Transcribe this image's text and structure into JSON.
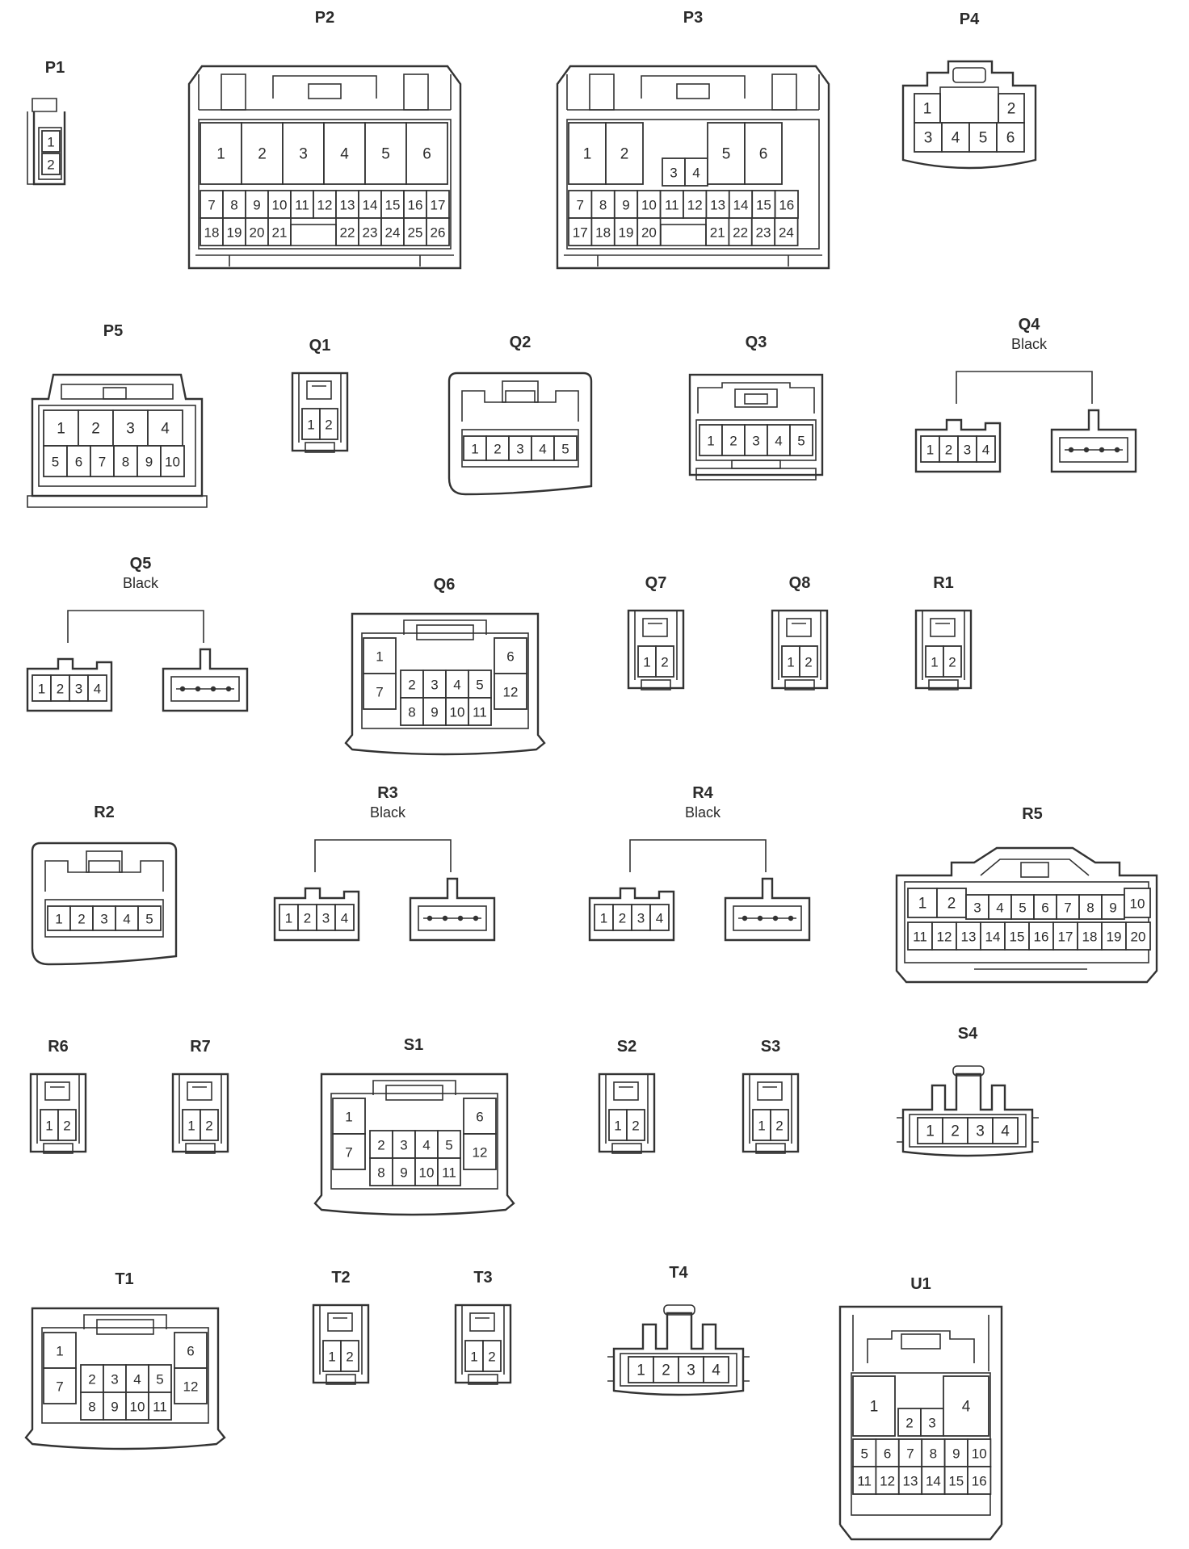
{
  "background": "#ffffff",
  "line_color": "#333333",
  "note_text": "Black",
  "connectors": [
    {
      "id": "P1",
      "pins": [
        "1",
        "2"
      ]
    },
    {
      "id": "P2",
      "pins": [
        "1",
        "2",
        "3",
        "4",
        "5",
        "6",
        "7",
        "8",
        "9",
        "10",
        "11",
        "12",
        "13",
        "14",
        "15",
        "16",
        "17",
        "18",
        "19",
        "20",
        "21",
        "22",
        "23",
        "24",
        "25",
        "26"
      ]
    },
    {
      "id": "P3",
      "pins": [
        "1",
        "2",
        "3",
        "4",
        "5",
        "6",
        "7",
        "8",
        "9",
        "10",
        "11",
        "12",
        "13",
        "14",
        "15",
        "16",
        "17",
        "18",
        "19",
        "20",
        "21",
        "22",
        "23",
        "24"
      ]
    },
    {
      "id": "P4",
      "pins": [
        "1",
        "2",
        "3",
        "4",
        "5",
        "6"
      ]
    },
    {
      "id": "P5",
      "pins": [
        "1",
        "2",
        "3",
        "4",
        "5",
        "6",
        "7",
        "8",
        "9",
        "10"
      ]
    },
    {
      "id": "Q1",
      "pins": [
        "1",
        "2"
      ]
    },
    {
      "id": "Q2",
      "pins": [
        "1",
        "2",
        "3",
        "4",
        "5"
      ]
    },
    {
      "id": "Q3",
      "pins": [
        "1",
        "2",
        "3",
        "4",
        "5"
      ]
    },
    {
      "id": "Q4",
      "note": "Black",
      "pins": [
        "1",
        "2",
        "3",
        "4"
      ]
    },
    {
      "id": "Q5",
      "note": "Black",
      "pins": [
        "1",
        "2",
        "3",
        "4"
      ]
    },
    {
      "id": "Q6",
      "pins": [
        "1",
        "2",
        "3",
        "4",
        "5",
        "6",
        "7",
        "8",
        "9",
        "10",
        "11",
        "12"
      ]
    },
    {
      "id": "Q7",
      "pins": [
        "1",
        "2"
      ]
    },
    {
      "id": "Q8",
      "pins": [
        "1",
        "2"
      ]
    },
    {
      "id": "R1",
      "pins": [
        "1",
        "2"
      ]
    },
    {
      "id": "R2",
      "pins": [
        "1",
        "2",
        "3",
        "4",
        "5"
      ]
    },
    {
      "id": "R3",
      "note": "Black",
      "pins": [
        "1",
        "2",
        "3",
        "4"
      ]
    },
    {
      "id": "R4",
      "note": "Black",
      "pins": [
        "1",
        "2",
        "3",
        "4"
      ]
    },
    {
      "id": "R5",
      "pins": [
        "1",
        "2",
        "3",
        "4",
        "5",
        "6",
        "7",
        "8",
        "9",
        "10",
        "11",
        "12",
        "13",
        "14",
        "15",
        "16",
        "17",
        "18",
        "19",
        "20"
      ]
    },
    {
      "id": "R6",
      "pins": [
        "1",
        "2"
      ]
    },
    {
      "id": "R7",
      "pins": [
        "1",
        "2"
      ]
    },
    {
      "id": "S1",
      "pins": [
        "1",
        "2",
        "3",
        "4",
        "5",
        "6",
        "7",
        "8",
        "9",
        "10",
        "11",
        "12"
      ]
    },
    {
      "id": "S2",
      "pins": [
        "1",
        "2"
      ]
    },
    {
      "id": "S3",
      "pins": [
        "1",
        "2"
      ]
    },
    {
      "id": "S4",
      "pins": [
        "1",
        "2",
        "3",
        "4"
      ]
    },
    {
      "id": "T1",
      "pins": [
        "1",
        "2",
        "3",
        "4",
        "5",
        "6",
        "7",
        "8",
        "9",
        "10",
        "11",
        "12"
      ]
    },
    {
      "id": "T2",
      "pins": [
        "1",
        "2"
      ]
    },
    {
      "id": "T3",
      "pins": [
        "1",
        "2"
      ]
    },
    {
      "id": "T4",
      "pins": [
        "1",
        "2",
        "3",
        "4"
      ]
    },
    {
      "id": "U1",
      "pins": [
        "1",
        "2",
        "3",
        "4",
        "5",
        "6",
        "7",
        "8",
        "9",
        "10",
        "11",
        "12",
        "13",
        "14",
        "15",
        "16"
      ]
    }
  ]
}
